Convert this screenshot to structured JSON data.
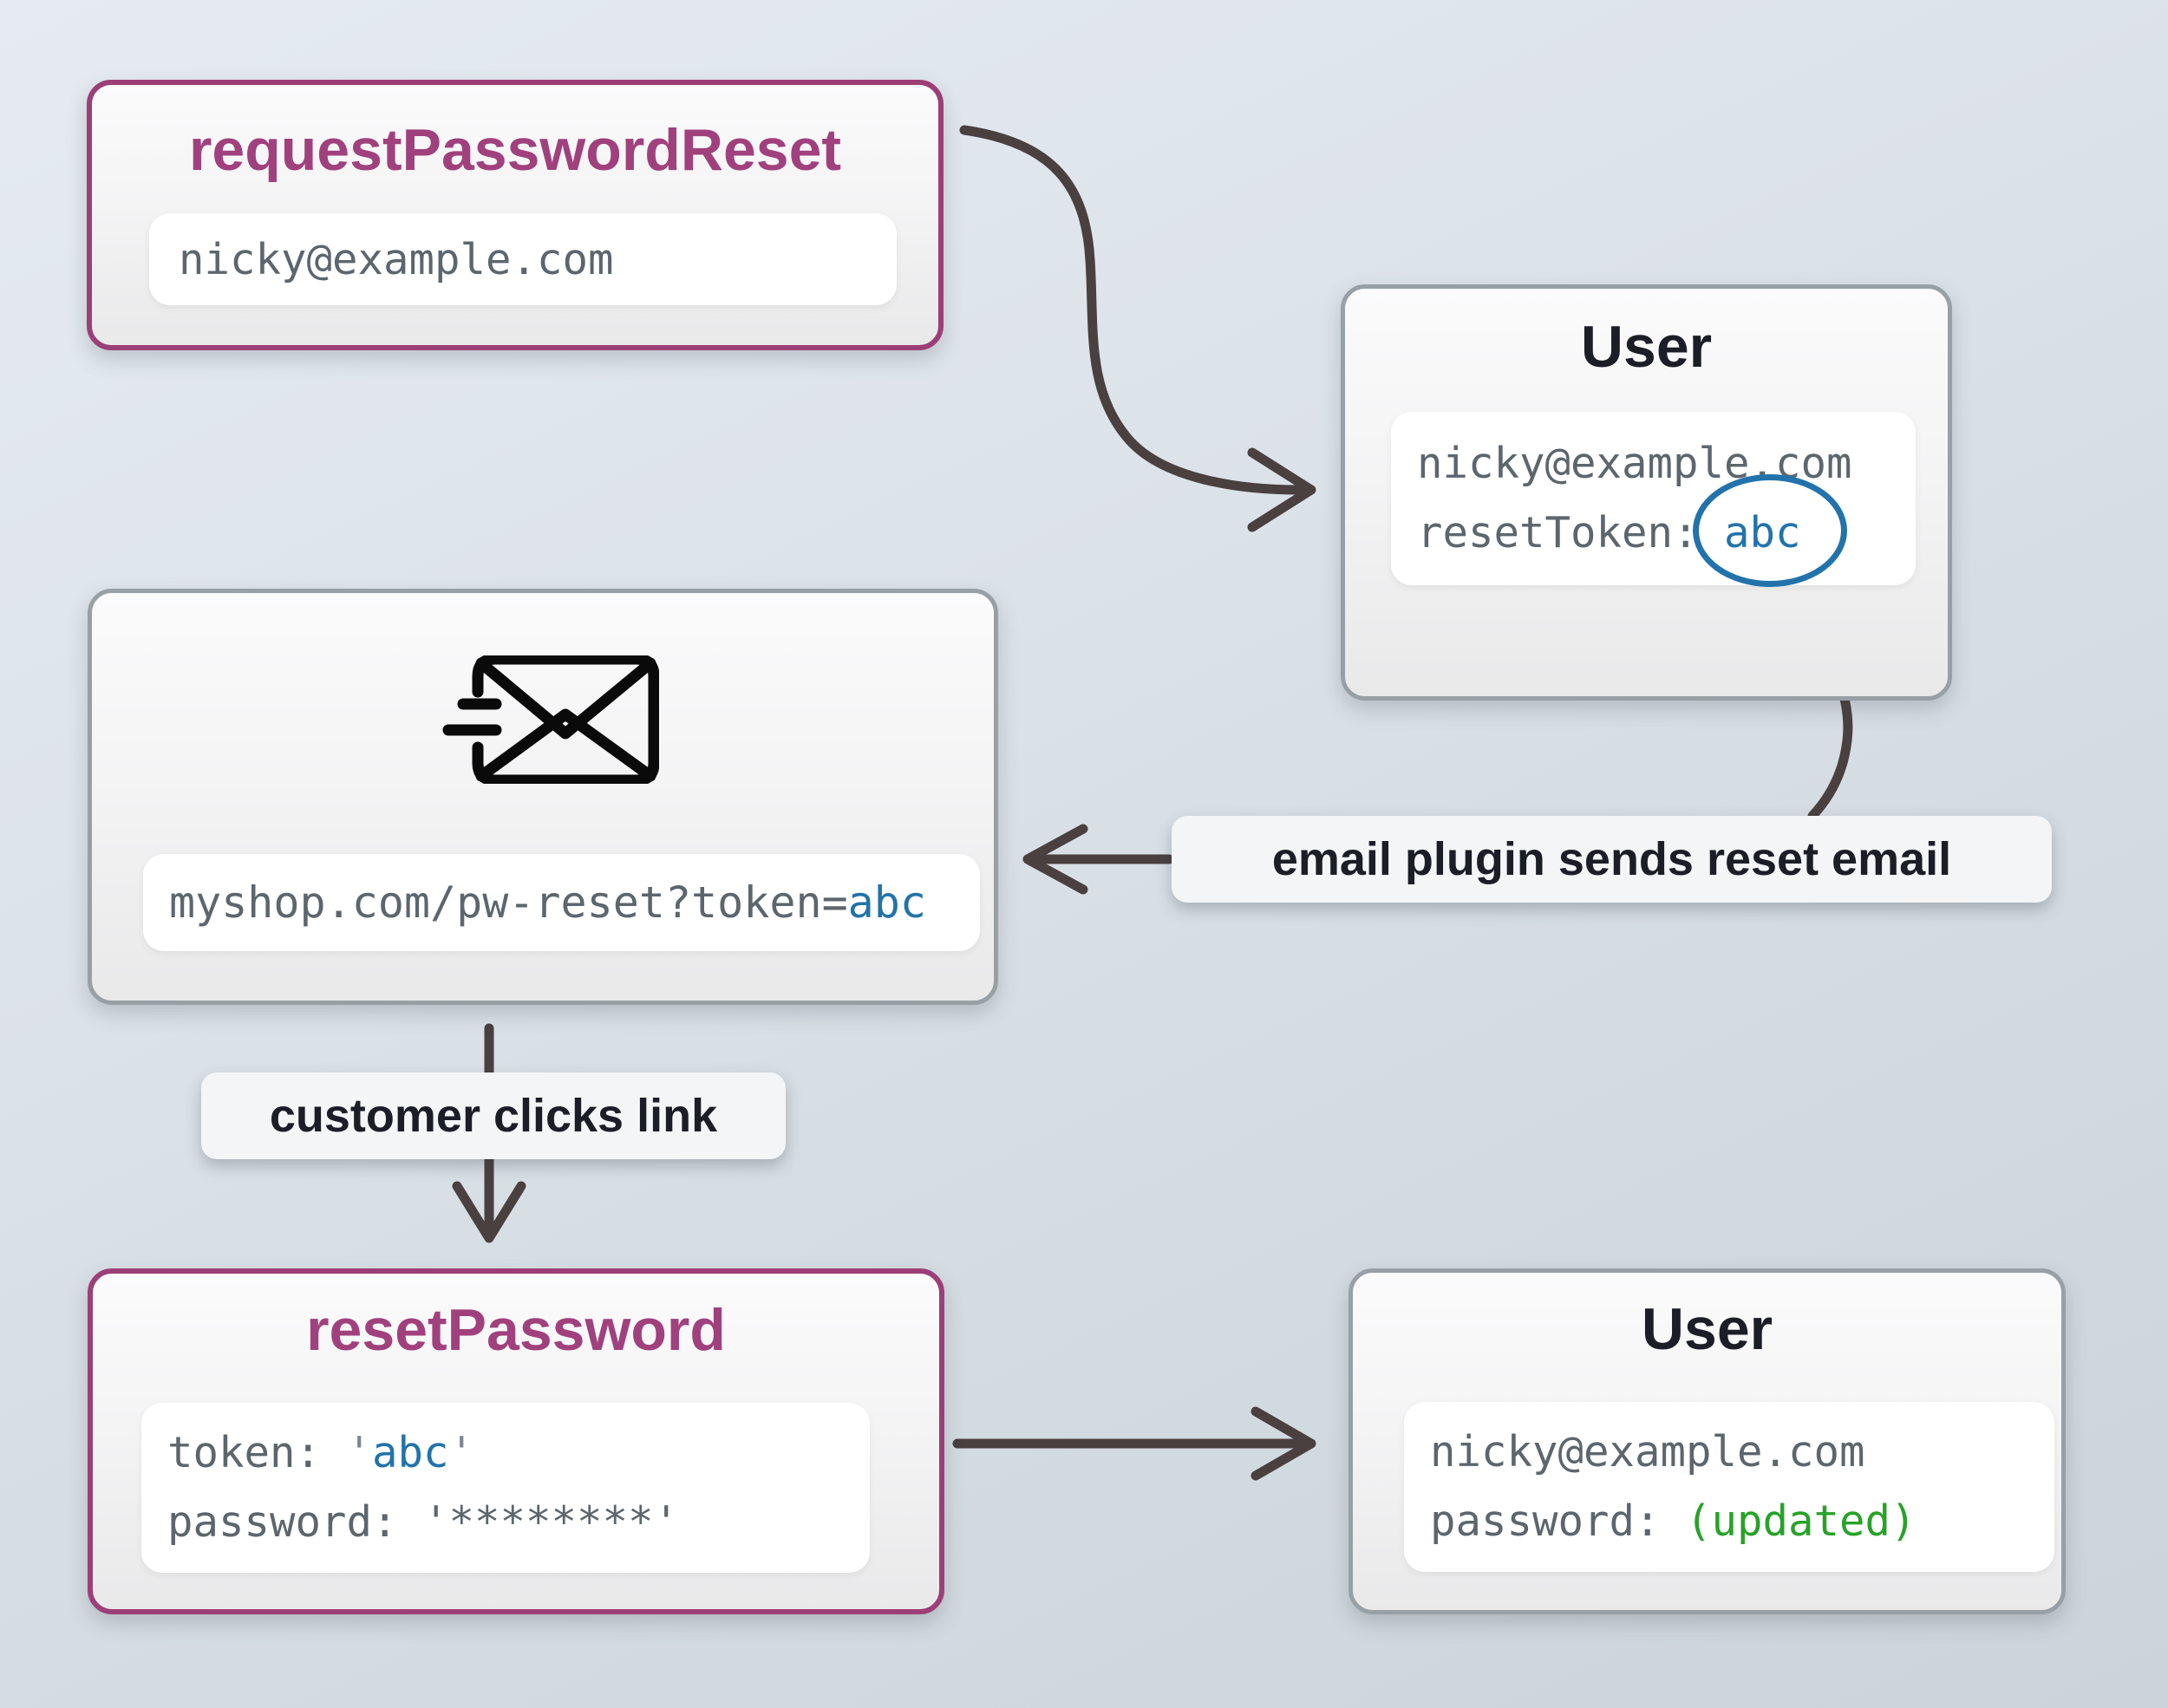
{
  "colors": {
    "accent_purple": "#a0417e",
    "purple_border": "#9c3e77",
    "gray_border": "#96a0a5",
    "token_blue": "#2273ab",
    "updated_green": "#28a228",
    "code_gray": "#5c666c",
    "label_dark": "#1b1e26",
    "arrow_dark": "#4a4040"
  },
  "boxes": {
    "request_password_reset": {
      "title": "requestPasswordReset",
      "email_value": "nicky@example.com"
    },
    "user_top": {
      "title": "User",
      "email": "nicky@example.com",
      "reset_token_label": "resetToken: ",
      "reset_token_value": "abc"
    },
    "email_message": {
      "url_prefix": "myshop.com/pw-reset?token=",
      "url_token": "abc"
    },
    "reset_password": {
      "title": "resetPassword",
      "token_label": "token: ",
      "token_open_quote": "'",
      "token_value": "abc",
      "token_close_quote": "'",
      "password_label": "password: ",
      "password_value": "'********'"
    },
    "user_bottom": {
      "title": "User",
      "email": "nicky@example.com",
      "password_label": "password: ",
      "password_value": "(updated)"
    }
  },
  "annotations": {
    "email_plugin": "email plugin sends reset email",
    "customer_clicks": "customer clicks link"
  }
}
